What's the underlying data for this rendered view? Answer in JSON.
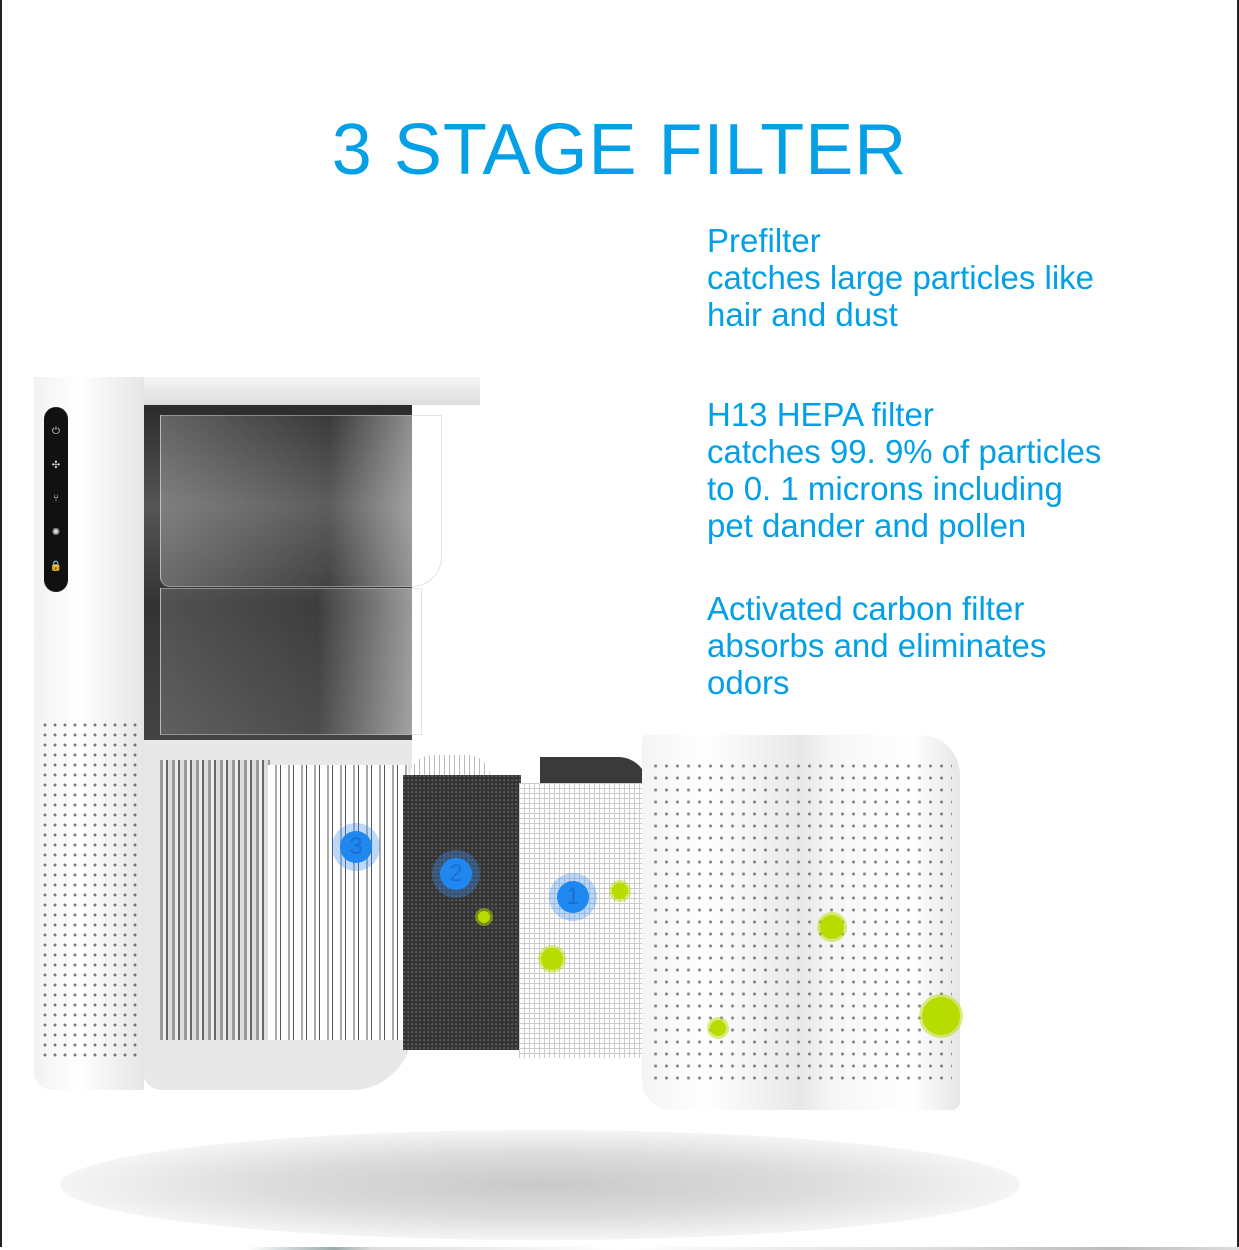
{
  "title": "3 STAGE FILTER",
  "colors": {
    "accent": "#03a0e8",
    "marker": "#1e88f0",
    "germ": "#b6dc00"
  },
  "stages": [
    {
      "name": "Prefilter",
      "lines": [
        "catches large particles like",
        "hair and dust"
      ]
    },
    {
      "name": "H13 HEPA filter",
      "lines": [
        "catches 99. 9% of particles",
        "to 0. 1 microns including",
        "pet dander and pollen"
      ]
    },
    {
      "name": "Activated carbon filter",
      "lines": [
        "absorbs and eliminates",
        "odors"
      ]
    }
  ],
  "markers": [
    "1",
    "2",
    "3"
  ],
  "control_panel_icons": [
    "power-icon",
    "fan-icon",
    "mode-icon",
    "timer-icon",
    "lock-icon"
  ],
  "control_panel_glyphs": [
    "⏻",
    "✣",
    "⑂",
    "✺",
    "🔒"
  ]
}
